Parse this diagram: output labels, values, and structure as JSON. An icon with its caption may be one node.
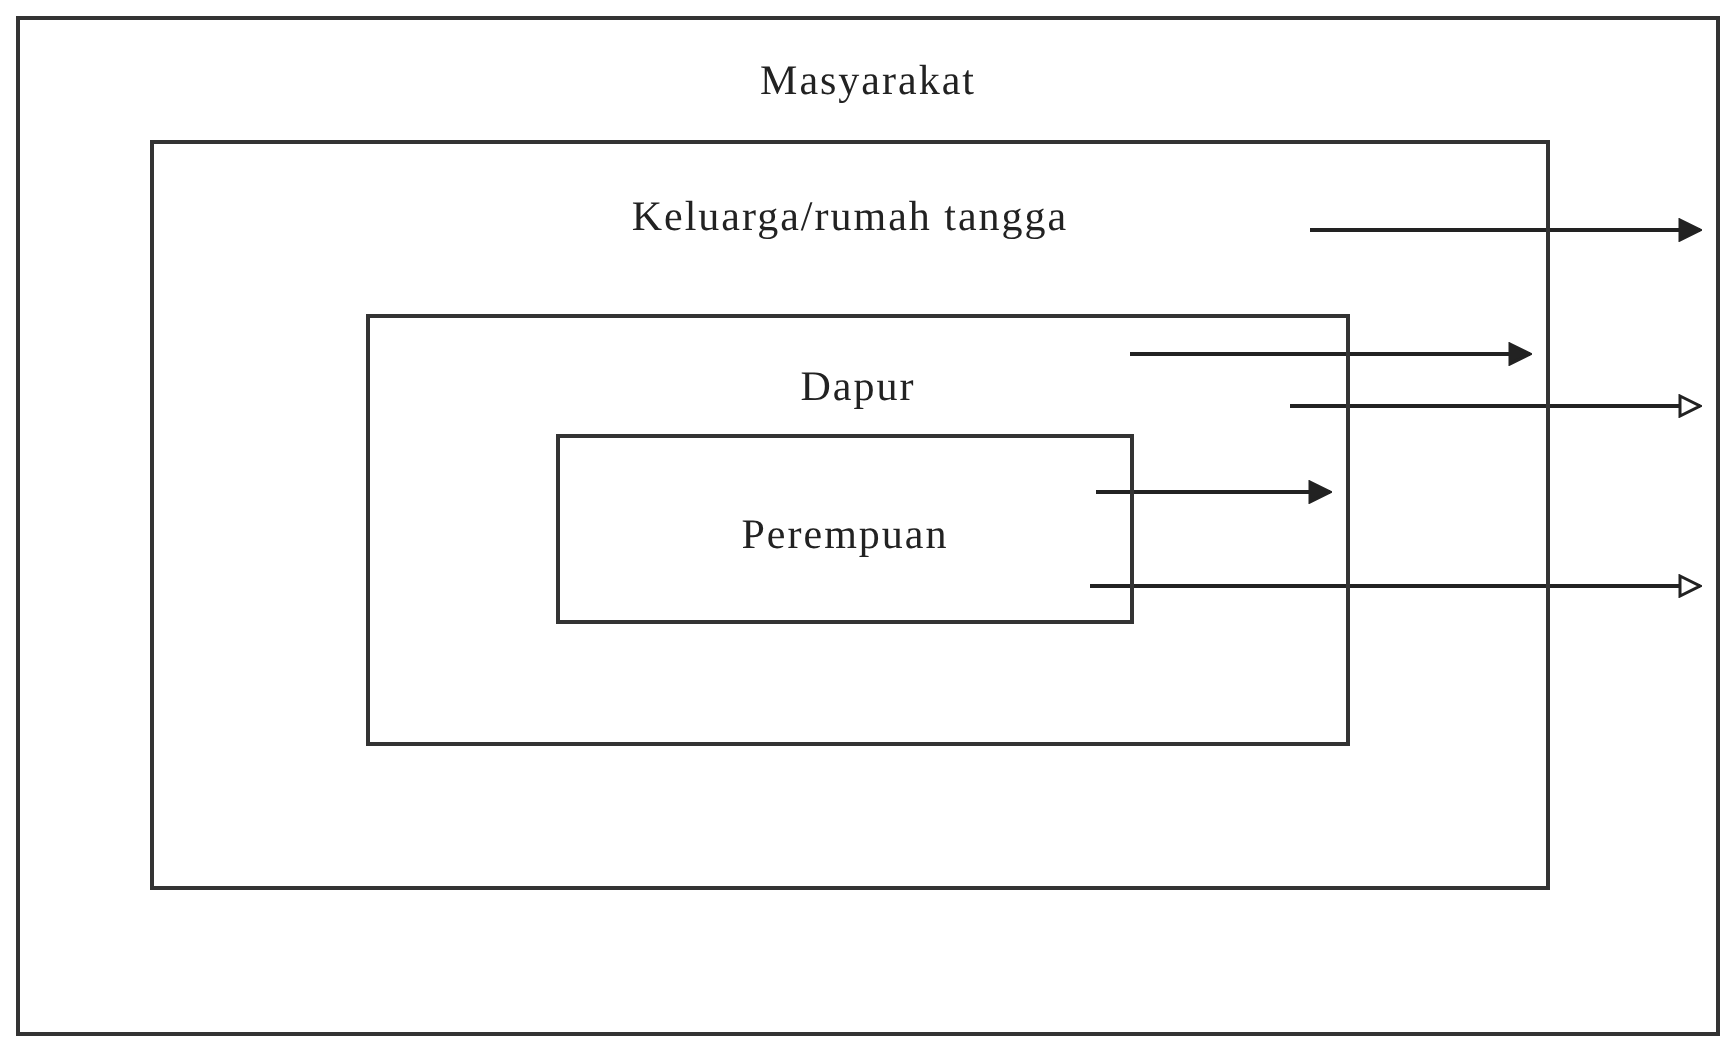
{
  "diagram": {
    "nodes": [
      {
        "text": [
          "Masyarakat"
        ]
      },
      {
        "text": [
          "Keluarga/rumah tangga"
        ],
        "in": 0
      },
      {
        "text": [
          "Dapur"
        ],
        "in": 1
      },
      {
        "text": [
          "Perempuan"
        ],
        "in": 2
      }
    ],
    "edges": [
      {
        "from": 1,
        "to": 0,
        "arrow": "to"
      },
      {
        "from": 2,
        "to": 1,
        "arrow": "to"
      },
      {
        "from": 2,
        "to": 0,
        "arrow": "to"
      },
      {
        "from": 3,
        "to": 2,
        "arrow": "to"
      },
      {
        "from": 3,
        "to": 0,
        "arrow": "to"
      }
    ]
  }
}
